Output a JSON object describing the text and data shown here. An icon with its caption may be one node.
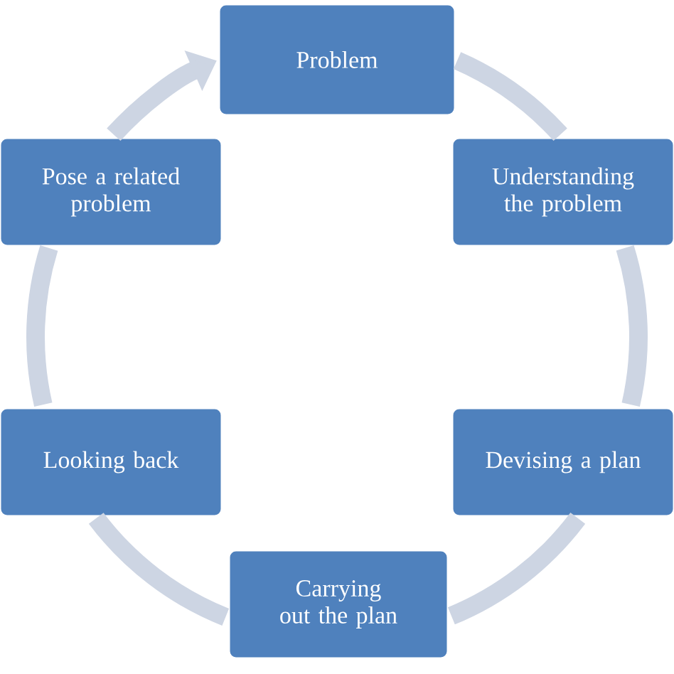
{
  "diagram": {
    "nodes": [
      {
        "text": [
          "Problem"
        ]
      },
      {
        "text": [
          "Understanding the problem"
        ]
      },
      {
        "text": [
          "Devising a plan"
        ]
      },
      {
        "text": [
          "Carrying out the plan"
        ]
      },
      {
        "text": [
          "Looking back"
        ]
      },
      {
        "text": [
          "Pose a related problem"
        ]
      }
    ],
    "edges": [
      {
        "from": 0,
        "to": 1,
        "arrow": "none"
      },
      {
        "from": 1,
        "to": 2,
        "arrow": "none"
      },
      {
        "from": 2,
        "to": 3,
        "arrow": "none"
      },
      {
        "from": 3,
        "to": 4,
        "arrow": "none"
      },
      {
        "from": 4,
        "to": 5,
        "arrow": "none"
      },
      {
        "from": 5,
        "to": 0,
        "arrow": "to"
      }
    ]
  }
}
